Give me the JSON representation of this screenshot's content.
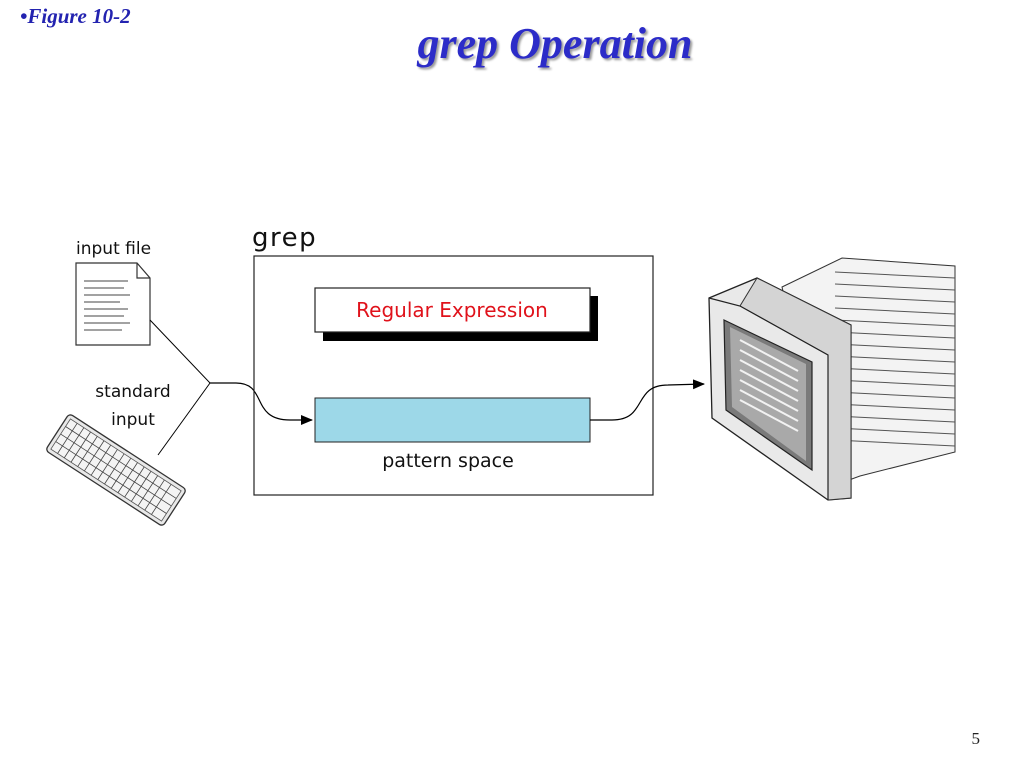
{
  "header": {
    "figure_label": "•Figure 10-2",
    "title": "grep Operation"
  },
  "diagram": {
    "input_file_label": "input file",
    "standard_input_label_line1": "standard",
    "standard_input_label_line2": "input",
    "grep_label": "grep",
    "regex_label": "Regular Expression",
    "pattern_space_label": "pattern space"
  },
  "footer": {
    "page_number": "5"
  },
  "colors": {
    "title": "#2c2cc8",
    "regex_text": "#e0121b",
    "pattern_space_fill": "#9dd8e8"
  },
  "icons": [
    "document-icon",
    "keyboard-icon",
    "monitor-icon"
  ]
}
